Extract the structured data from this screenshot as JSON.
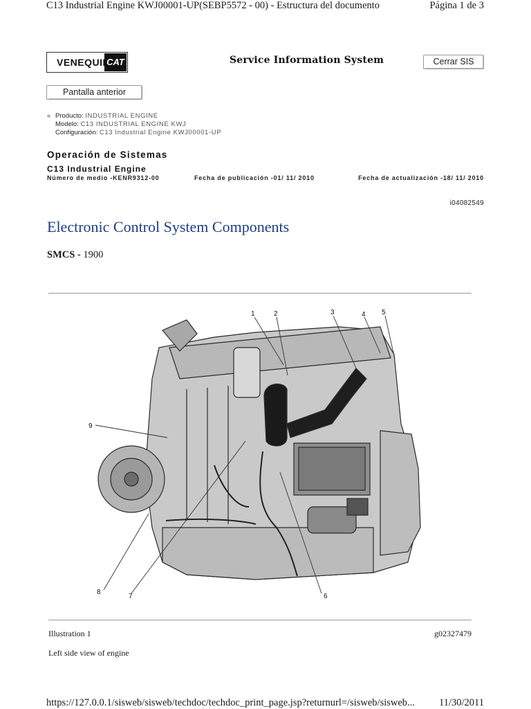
{
  "header": {
    "doc_title": "C13 Industrial Engine KWJ00001-UP(SEBP5572 - 00) - Estructura del documento",
    "page_indicator": "Página 1 de 3"
  },
  "brand": {
    "logo_text": "VENEQUIP",
    "logo_mark": "CAT"
  },
  "sis_title": "Service Information System",
  "buttons": {
    "close": "Cerrar SIS",
    "back": "Pantalla anterior"
  },
  "meta": {
    "producto_label": "Producto:",
    "producto_value": "INDUSTRIAL ENGINE",
    "modelo_label": "Modelo:",
    "modelo_value": "C13 INDUSTRIAL ENGINE KWJ",
    "config_label": "Configuración:",
    "config_value": "C13 Industrial Engine KWJ00001-UP"
  },
  "operation": {
    "title": "Operación de Sistemas",
    "subtitle": "C13 Industrial Engine",
    "media_number": "Número de medio -KENR9312-00",
    "publication_date": "Fecha de publicación -01/ 11/ 2010",
    "update_date": "Fecha de actualización -18/ 11/ 2010",
    "doc_id": "i04082549"
  },
  "article": {
    "title": "Electronic Control System Components",
    "smcs_label": "SMCS -",
    "smcs_value": "1900"
  },
  "illustration": {
    "label": "Illustration 1",
    "id": "g02327479",
    "caption": "Left side view of engine",
    "callouts": [
      "1",
      "2",
      "3",
      "4",
      "5",
      "6",
      "7",
      "8",
      "9"
    ]
  },
  "footer": {
    "url": "https://127.0.0.1/sisweb/sisweb/techdoc/techdoc_print_page.jsp?returnurl=/sisweb/sisweb...",
    "date": "11/30/2011"
  }
}
